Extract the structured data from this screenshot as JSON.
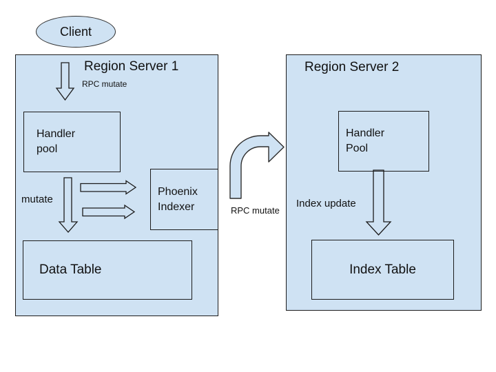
{
  "diagram": {
    "colors": {
      "shape_fill": "#cfe2f3",
      "shape_border": "#1b1b1b",
      "canvas": "#ffffff"
    },
    "nodes": {
      "client": {
        "label": "Client"
      },
      "region_server_1": {
        "title": "Region Server 1"
      },
      "region_server_2": {
        "title": "Region Server 2"
      },
      "handler_pool_1": {
        "label": "Handler pool"
      },
      "phoenix_indexer": {
        "label": "Phoenix Indexer"
      },
      "data_table": {
        "label": "Data Table"
      },
      "handler_pool_2": {
        "label": "Handler Pool"
      },
      "index_table": {
        "label": "Index Table"
      }
    },
    "edges": {
      "client_to_handler_pool": {
        "label": "RPC mutate"
      },
      "handler_pool_to_data_table": {
        "label": "mutate"
      },
      "region1_to_region2": {
        "label": "RPC mutate"
      },
      "handler_pool_to_index_table": {
        "label": "Index update"
      }
    }
  }
}
